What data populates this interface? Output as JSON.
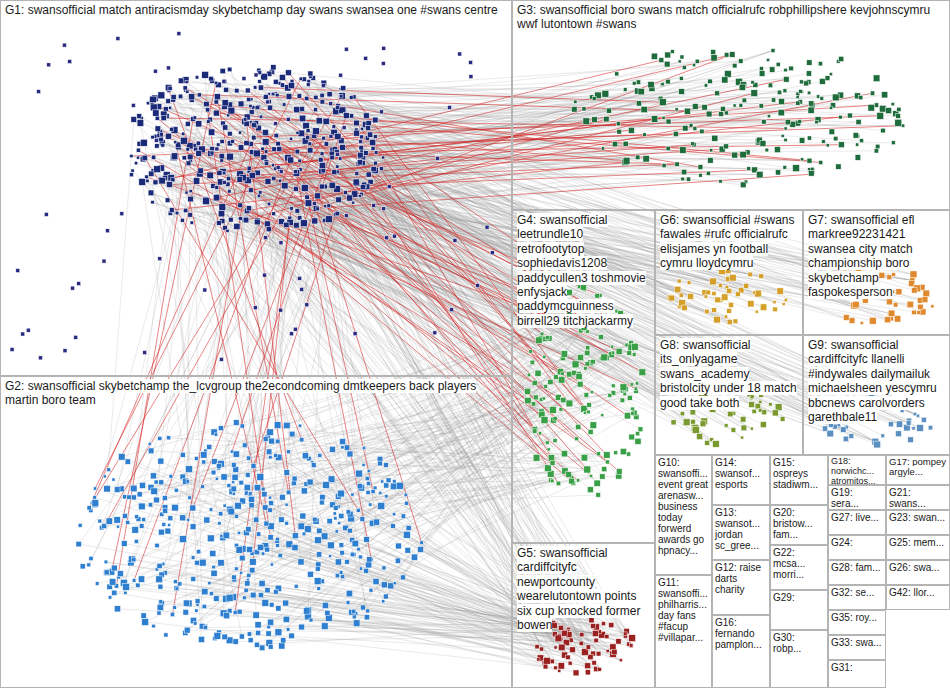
{
  "diagram": {
    "nodes": [
      {
        "text": [
          "G1: swansofficial match antiracismday skybetchamp day swans swansea one #swans centre"
        ]
      },
      {
        "text": [
          "G3: swansofficial boro swans match officialrufc robphillipshere kevjohnscymru wwf lutontown #swans"
        ]
      },
      {
        "text": [
          "G4: swansofficial leetrundle10 retrofootytop sophiedavis1208 paddycullen3 toshmovie enfysjack paddymcguinness birrell29 titchjackarmy"
        ]
      },
      {
        "text": [
          "G6: swansofficial #swans fawales #rufc officialrufc elisjames yn football cymru lloydcymru"
        ]
      },
      {
        "text": [
          "G7: swansofficial efl markree92231421 swansea city match championship boro skybetchamp faspokesperson"
        ]
      },
      {
        "text": [
          "G8: swansofficial its_onlyagame swans_academy bristolcity under 18 match good take both"
        ]
      },
      {
        "text": [
          "G9: swansofficial cardiffcityfc llanelli #indywales dailymailuk michaelsheen yescymru bbcnews carolvorders garethbale11"
        ]
      },
      {
        "text": [
          "G2: swansofficial skybetchamp the_lcvgroup the2econdcoming dmtkeepers back players martin boro team"
        ]
      },
      {
        "text": [
          "G5: swansofficial cardiffcityfc newportcounty wearelutontown points six cup knocked former bowen"
        ]
      },
      {
        "text": [
          "G10: swansoffi... event great arenasw... business today forwerd awards go hpnacy..."
        ]
      },
      {
        "text": [
          "G11: swansoffi... philharris... day fans #facup #villapar..."
        ]
      },
      {
        "text": [
          "G14: swansof... esports"
        ]
      },
      {
        "text": [
          "G13: swansot... jordan sc_gree..."
        ]
      },
      {
        "text": [
          "G12: raise darts charity"
        ]
      },
      {
        "text": [
          "G16: fernando pamplon..."
        ]
      },
      {
        "text": [
          "G15: ospreys stadiwm..."
        ]
      },
      {
        "text": [
          "G20: bristow... fam..."
        ]
      },
      {
        "text": [
          "G22: mcsa... morri..."
        ]
      },
      {
        "text": [
          "G29:"
        ]
      },
      {
        "text": [
          "G30: robp..."
        ]
      },
      {
        "text": [
          "G18: norwichc... atromitos..."
        ]
      },
      {
        "text": [
          "G19: sera..."
        ]
      },
      {
        "text": [
          "G27: live..."
        ]
      },
      {
        "text": [
          "G24:"
        ]
      },
      {
        "text": [
          "G28: fam..."
        ]
      },
      {
        "text": [
          "G32: se..."
        ]
      },
      {
        "text": [
          "G35: roy..."
        ]
      },
      {
        "text": [
          "G33: swa..."
        ]
      },
      {
        "text": [
          "G31:"
        ]
      },
      {
        "text": [
          "G17: pompey argyle..."
        ]
      },
      {
        "text": [
          "G21: swans..."
        ]
      },
      {
        "text": [
          "G23: swan..."
        ]
      },
      {
        "text": [
          "G25: mem..."
        ]
      },
      {
        "text": [
          "G26: swa..."
        ]
      },
      {
        "text": [
          "G42: llor..."
        ]
      }
    ]
  }
}
